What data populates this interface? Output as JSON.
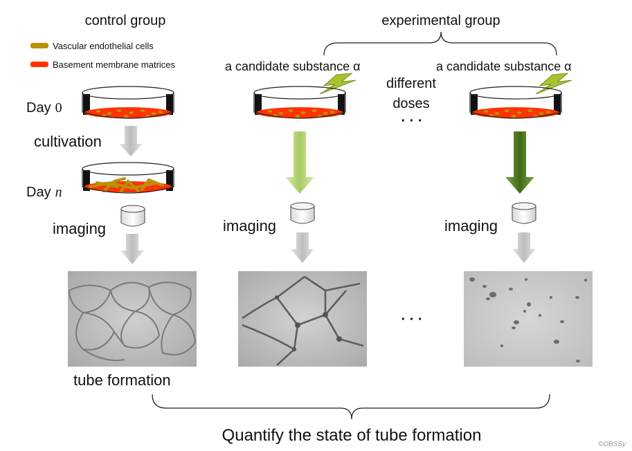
{
  "title_control": "control group",
  "title_experimental": "experimental group",
  "legend": [
    {
      "label": "Vascular endothelial cells",
      "color": "#b8900c"
    },
    {
      "label": "Basement membrane matrices",
      "color": "#ff3300"
    }
  ],
  "control": {
    "day0_word": "Day",
    "day0_num": "0",
    "cultivation": "cultivation",
    "dayn_word": "Day",
    "dayn_var": "n",
    "imaging": "imaging",
    "result": "tube formation"
  },
  "experimental": {
    "substance_label": "a candidate substance α",
    "doses_line1": "different",
    "doses_line2": "doses",
    "ellipsis": "· · ·",
    "imaging": "imaging"
  },
  "quantify": "Quantify the state of tube formation",
  "copyright": "©OBSSy",
  "colors": {
    "matrix": "#ff3300",
    "cells": "#b8900c",
    "arrow_gray": "#c8c8c8",
    "arrow_light_green": "#b5d57a",
    "arrow_dark_green": "#4e7a1c",
    "lightning": "#a6c22e"
  }
}
